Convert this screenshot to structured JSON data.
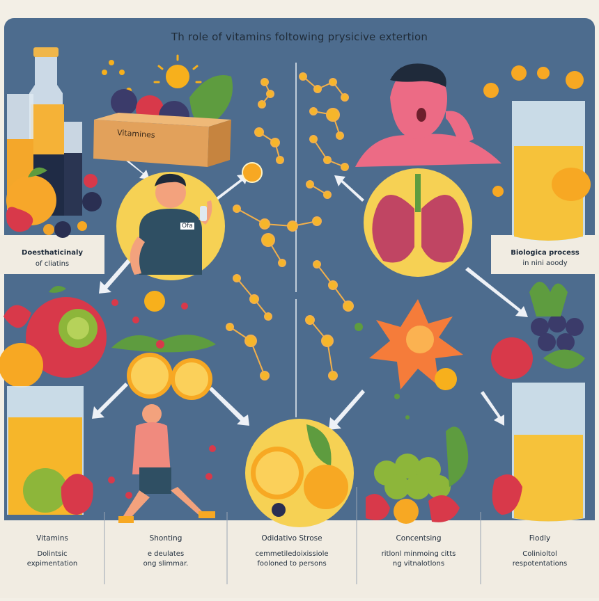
{
  "title": "Th role of vitamins  foltowing prysicive extertion",
  "crate_label": "Vitamines",
  "shirt_tag": "Ofa",
  "left_label": {
    "line1": "Doesthaticinaly",
    "line2": "of cliatins"
  },
  "right_label": {
    "line1": "Biologica process",
    "line2": "in nini aoody"
  },
  "bottom": [
    {
      "title": "Vitamins",
      "line1": "Dolintsic",
      "line2": "expimentation"
    },
    {
      "title": "Shonting",
      "line1": "e deulates",
      "line2": "ong slimmar."
    },
    {
      "title": "Odidativo Strose",
      "line1": "cemmetiledoixissiole",
      "line2": "fooloned to persons"
    },
    {
      "title": "Concentsing",
      "line1": "ritlonl minmoing citts",
      "line2": "ng vitnalotlons"
    },
    {
      "title": "Fiodly",
      "line1": "Colinioltol",
      "line2": "respotentations"
    }
  ],
  "colors": {
    "background": "#4d6c8e",
    "orange": "#f7a823",
    "yellow_circle": "#f6d154",
    "berry_red": "#d8394a",
    "leaf_green": "#5e9c3f",
    "label_band": "#f1ece2"
  }
}
